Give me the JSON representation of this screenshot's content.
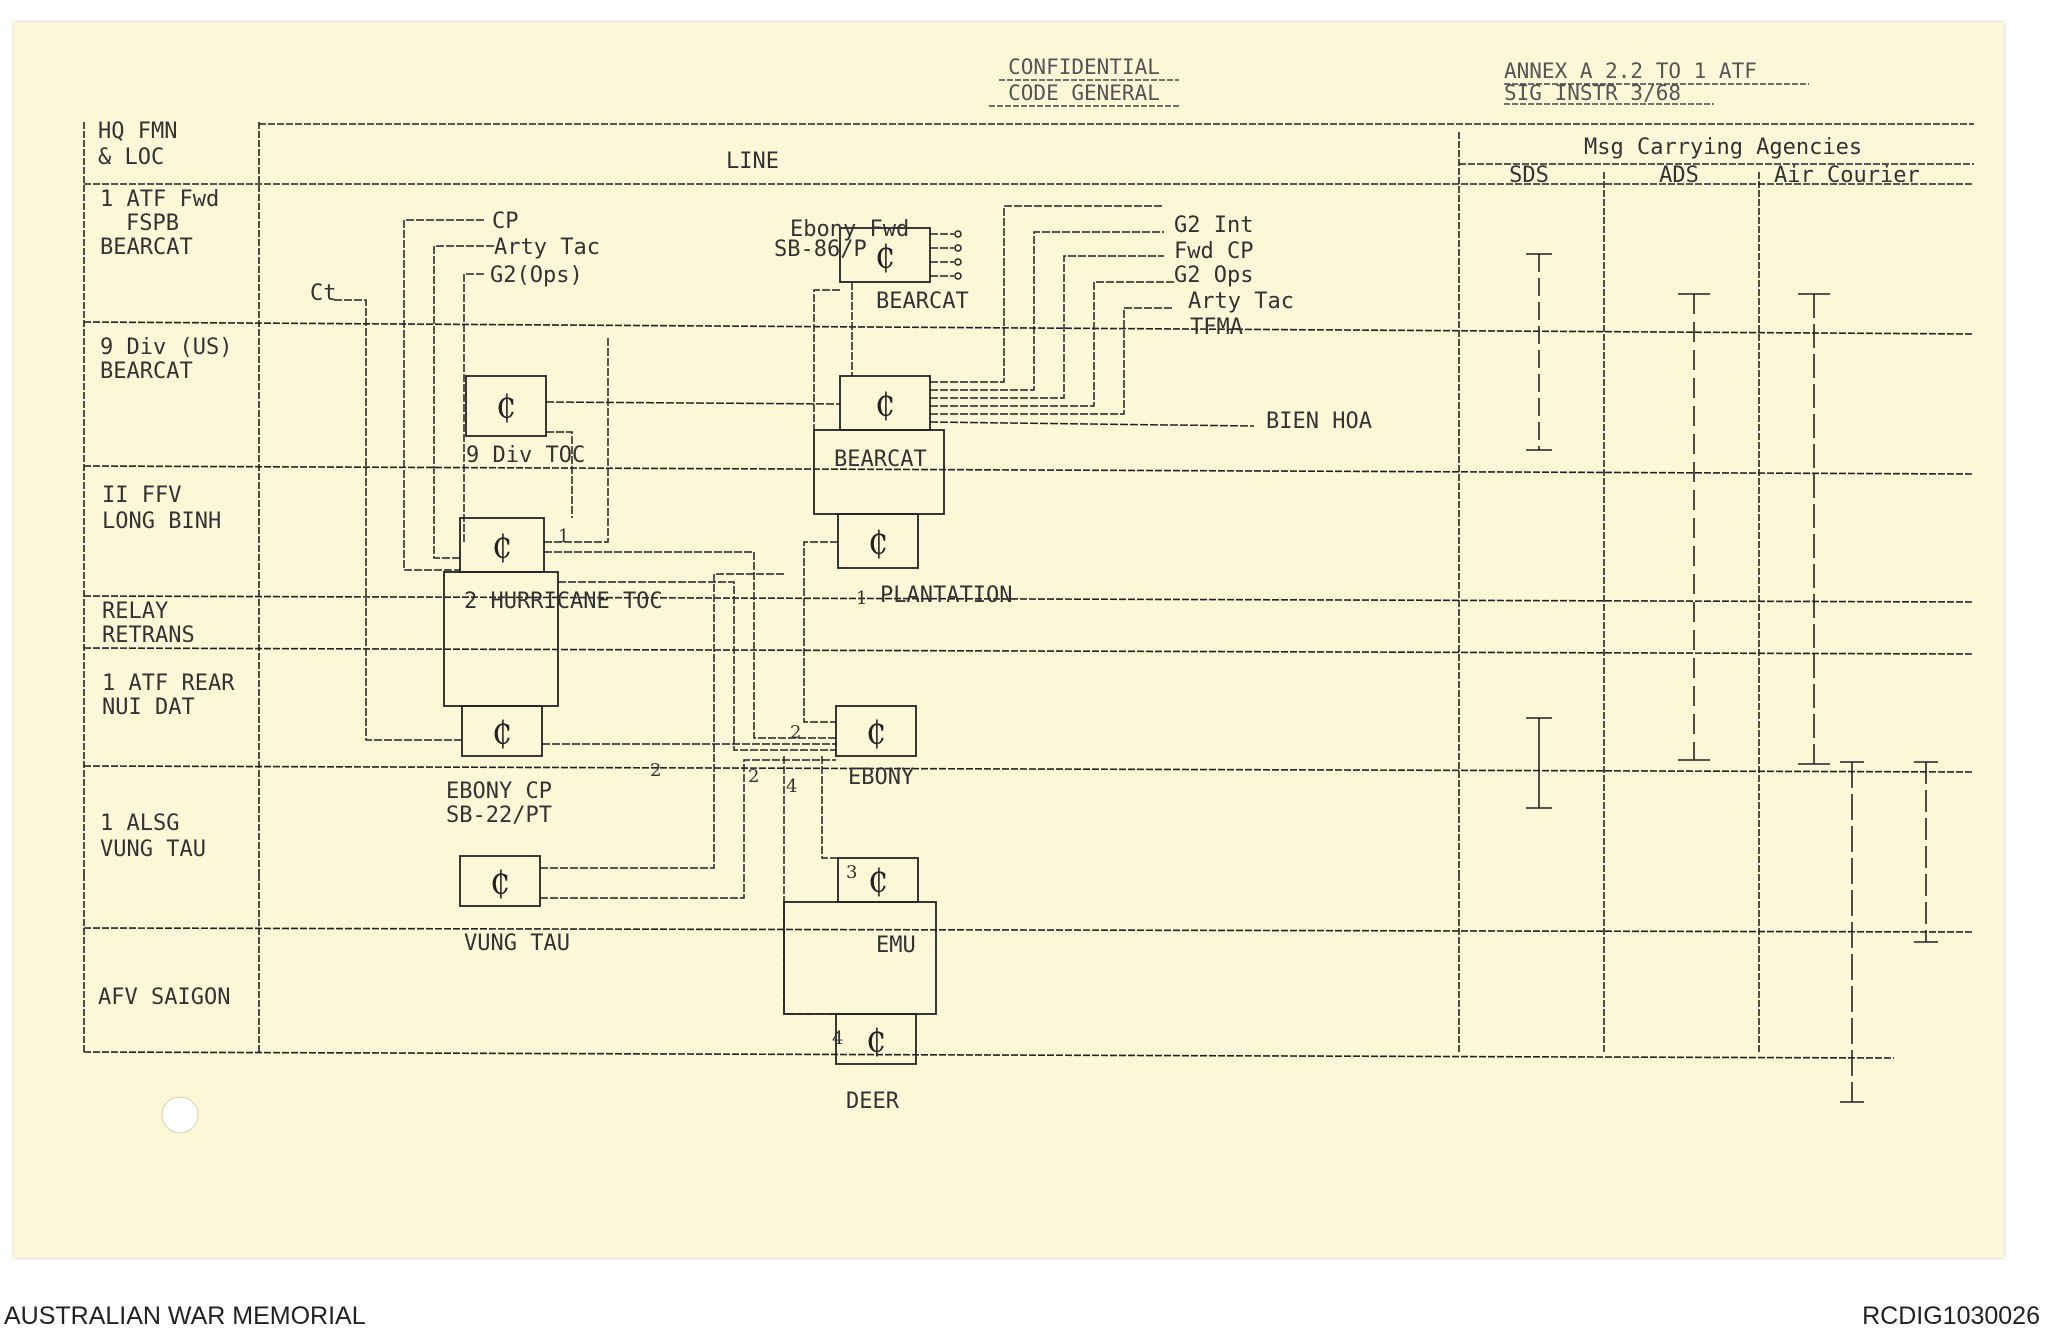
{
  "header": {
    "classification_1": "CONFIDENTIAL",
    "classification_2": "CODE GENERAL",
    "annex_1": "ANNEX A 2.2 TO 1 ATF",
    "annex_2": "SIG INSTR 3/68"
  },
  "table": {
    "row_header_1": "HQ FMN",
    "row_header_2": "& LOC",
    "line_header": "LINE",
    "msg_header": "Msg Carrying Agencies",
    "agencies": [
      "SDS",
      "ADS",
      "Air Courier"
    ],
    "rows": [
      {
        "line1": "1 ATF Fwd",
        "line2": "FSPB",
        "line3": "BEARCAT"
      },
      {
        "line1": "9 Div (US)",
        "line2": "BEARCAT"
      },
      {
        "line1": "II FFV",
        "line2": "LONG BINH"
      },
      {
        "line1": "RELAY",
        "line2": "RETRANS"
      },
      {
        "line1": "1 ATF REAR",
        "line2": "NUI DAT"
      },
      {
        "line1": "1 ALSG",
        "line2": "VUNG TAU"
      },
      {
        "line1": "AFV SAIGON"
      }
    ]
  },
  "diagram": {
    "fwd_labels": [
      "CP",
      "Arty Tac",
      "G2(Ops)"
    ],
    "ct_label": "Ct",
    "ebony_fwd_1": "Ebony Fwd",
    "ebony_fwd_2": "SB-86/P",
    "right_labels": [
      "G2 Int",
      "Fwd CP",
      "G2 Ops",
      "Arty Tac",
      "TFMA"
    ],
    "bien_hoa": "BIEN HOA",
    "nodes": {
      "bearcat_fwd": "BEARCAT",
      "div_toc": "9 Div TOC",
      "bearcat": "BEARCAT",
      "hurricane": "2 HURRICANE TOC",
      "plantation": "PLANTATION",
      "ebony_cp_1": "EBONY CP",
      "ebony_cp_2": "SB-22/PT",
      "ebony": "EBONY",
      "vung_tau": "VUNG TAU",
      "emu": "EMU",
      "deer": "DEER"
    },
    "link_numbers": [
      "1",
      "1",
      "2",
      "2",
      "2",
      "3",
      "4",
      "4"
    ]
  },
  "footer": {
    "left": "AUSTRALIAN WAR MEMORIAL",
    "right": "RCDIG1030026"
  }
}
